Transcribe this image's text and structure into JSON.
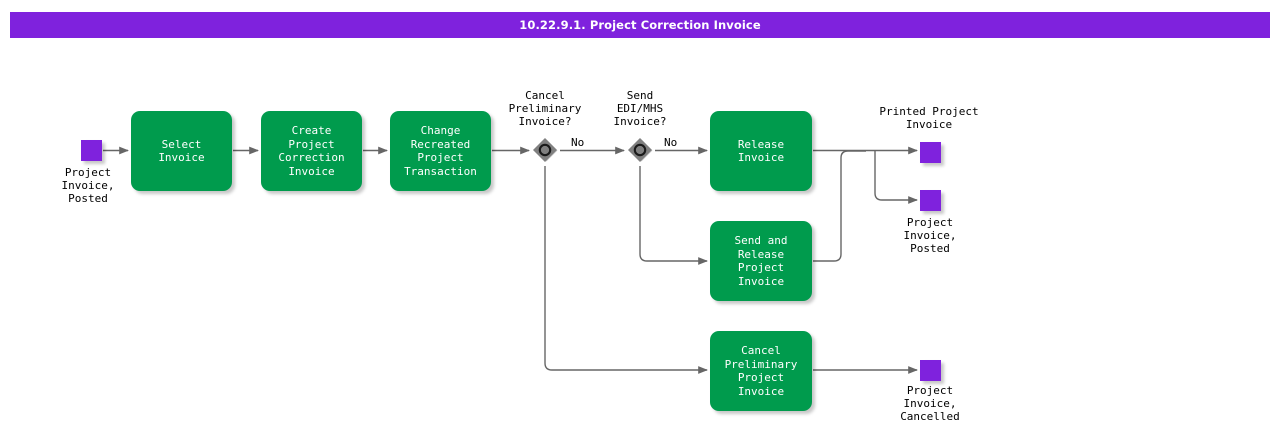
{
  "header": {
    "title": "10.22.9.1. Project Correction Invoice",
    "background_color": "#7f22dd",
    "text_color": "#ffffff"
  },
  "theme": {
    "task_fill": "#009b4d",
    "task_text": "#ffffff",
    "event_fill": "#7f22dd",
    "gateway_fill": "#808080",
    "gateway_stroke": "#1a1a1a",
    "edge_color": "#666666",
    "page_background": "#ffffff"
  },
  "diagram": {
    "type": "flowchart",
    "start_events": [
      {
        "id": "start-project-invoice-posted",
        "label": "Project\nInvoice,\nPosted",
        "icon": "square-event-node"
      }
    ],
    "tasks": [
      {
        "id": "select-invoice",
        "label": "Select Invoice"
      },
      {
        "id": "create-project-correction-invoice",
        "label": "Create Project\nCorrection\nInvoice"
      },
      {
        "id": "change-recreated-project-transaction",
        "label": "Change\nRecreated\nProject\nTransaction"
      },
      {
        "id": "release-invoice",
        "label": "Release Invoice"
      },
      {
        "id": "send-and-release-project-invoice",
        "label": "Send and\nRelease Project\nInvoice"
      },
      {
        "id": "cancel-preliminary-project-invoice",
        "label": "Cancel\nPreliminary\nProject Invoice"
      }
    ],
    "gateways": [
      {
        "id": "gateway-cancel-preliminary-invoice",
        "label": "Cancel\nPreliminary\nInvoice?",
        "icon": "decision-diamond"
      },
      {
        "id": "gateway-send-edi-mhs-invoice",
        "label": "Send\nEDI/MHS\nInvoice?",
        "icon": "decision-diamond"
      }
    ],
    "end_events": [
      {
        "id": "end-printed-project-invoice",
        "label": "Printed Project\nInvoice",
        "label_position": "above",
        "icon": "square-event-node"
      },
      {
        "id": "end-project-invoice-posted",
        "label": "Project\nInvoice,\nPosted",
        "label_position": "below",
        "icon": "square-event-node"
      },
      {
        "id": "end-project-invoice-cancelled",
        "label": "Project\nInvoice,\nCancelled",
        "label_position": "below",
        "icon": "square-event-node"
      }
    ],
    "edge_labels": [
      {
        "id": "edge-label-no-1",
        "text": "No"
      },
      {
        "id": "edge-label-no-2",
        "text": "No"
      }
    ]
  }
}
